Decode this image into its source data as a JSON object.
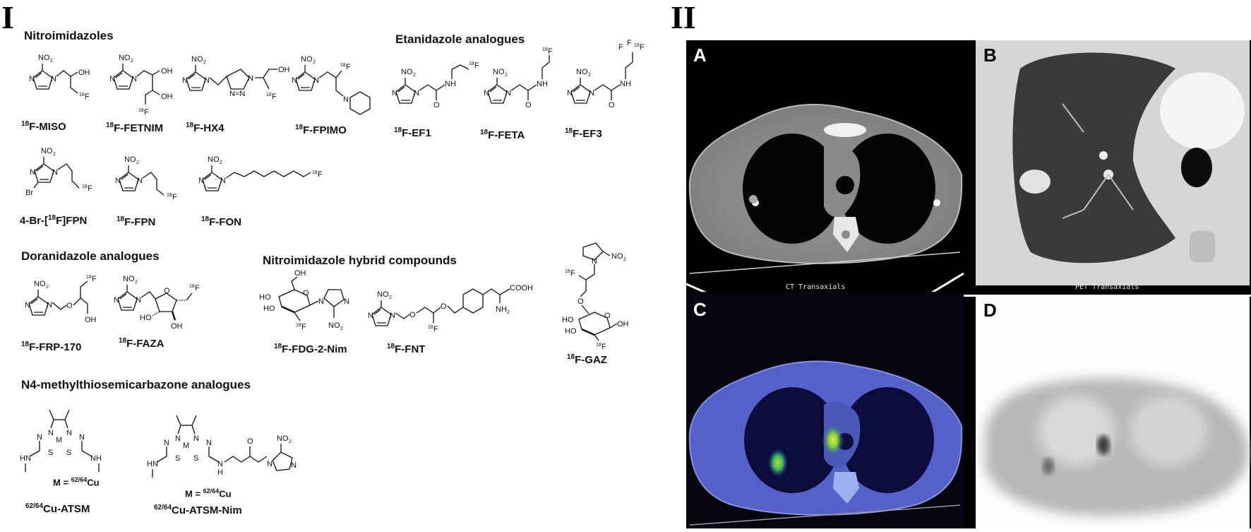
{
  "figure": {
    "part_I": {
      "label": "I",
      "sections": [
        {
          "title": "Nitroimidazoles",
          "compounds": [
            {
              "iso": "18",
              "name": "F-MISO"
            },
            {
              "iso": "18",
              "name": "F-FETNIM"
            },
            {
              "iso": "18",
              "name": "F-HX4"
            },
            {
              "iso": "18",
              "name": "F-FPIMO"
            },
            {
              "prefix": "4-Br-[",
              "iso": "18",
              "name": "F]FPN"
            },
            {
              "iso": "18",
              "name": "F-FPN"
            },
            {
              "iso": "18",
              "name": "F-FON"
            }
          ]
        },
        {
          "title": "Etanidazole analogues",
          "compounds": [
            {
              "iso": "18",
              "name": "F-EF1"
            },
            {
              "iso": "18",
              "name": "F-FETA"
            },
            {
              "iso": "18",
              "name": "F-EF3"
            }
          ]
        },
        {
          "title": "Doranidazole analogues",
          "compounds": [
            {
              "iso": "18",
              "name": "F-FRP-170"
            },
            {
              "iso": "18",
              "name": "F-FAZA"
            }
          ]
        },
        {
          "title": "Nitroimidazole hybrid compounds",
          "compounds": [
            {
              "iso": "18",
              "name": "F-FDG-2-Nim"
            },
            {
              "iso": "18",
              "name": "F-FNT"
            },
            {
              "iso": "18",
              "name": "F-GAZ"
            }
          ]
        },
        {
          "title": "N4-methylthiosemicarbazone analogues",
          "compounds": [
            {
              "iso": "62/64",
              "name": "Cu-ATSM",
              "metal_note": "M = ",
              "metal_iso": "62/64",
              "metal": "Cu"
            },
            {
              "iso": "62/64",
              "name": "Cu-ATSM-Nim",
              "metal_note": "M = ",
              "metal_iso": "62/64",
              "metal": "Cu"
            }
          ]
        }
      ],
      "atom_labels": {
        "no2": "NO",
        "no2_sub": "2",
        "n": "N",
        "oh": "OH",
        "f18_iso": "18",
        "f": "F",
        "nh": "NH",
        "o": "O",
        "br": "Br",
        "cooh": "COOH",
        "nh2": "NH",
        "nh2_sub": "2",
        "s": "S",
        "m": "M",
        "hn": "HN",
        "h": "H",
        "ho": "HO"
      }
    },
    "part_II": {
      "label": "II",
      "panels": [
        {
          "id": "A",
          "caption": "CT Transaxials"
        },
        {
          "id": "B",
          "caption": "PET Transaxials"
        },
        {
          "id": "C",
          "caption": ""
        },
        {
          "id": "D",
          "caption": ""
        }
      ]
    }
  }
}
